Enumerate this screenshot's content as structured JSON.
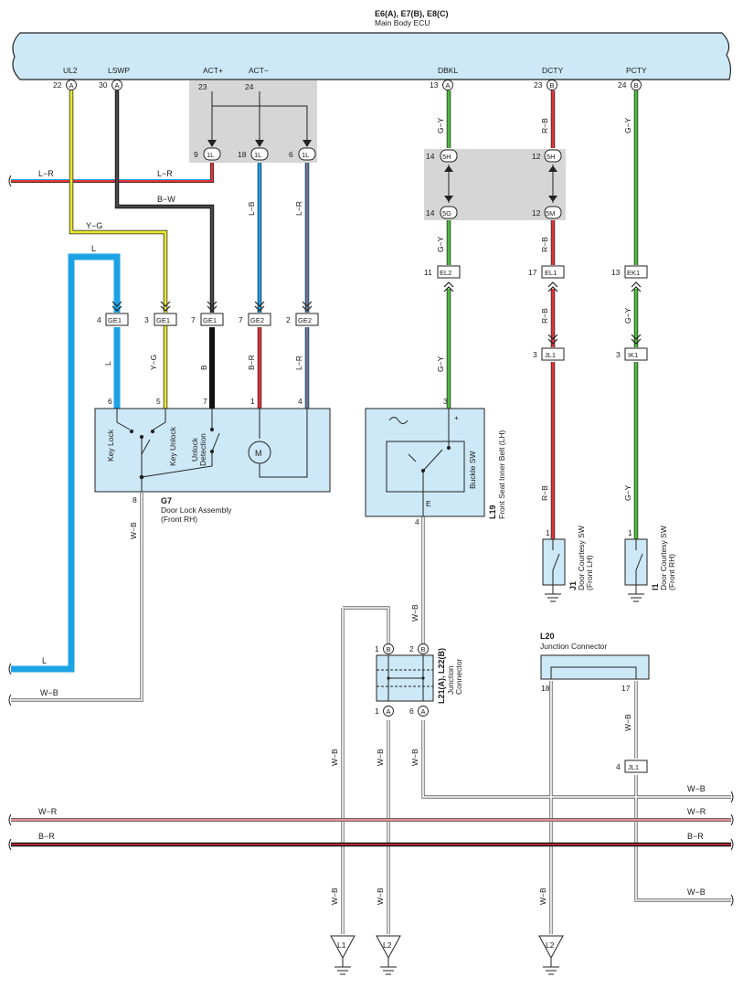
{
  "ecu": {
    "title": "E6(A), E7(B), E8(C)",
    "subtitle": "Main Body ECU",
    "terminals": [
      {
        "name": "UL2",
        "pin": "22",
        "conn": "A"
      },
      {
        "name": "LSWP",
        "pin": "30",
        "conn": "A"
      },
      {
        "name": "ACT+",
        "pin": "23",
        "conn": ""
      },
      {
        "name": "ACT−",
        "pin": "24",
        "conn": ""
      },
      {
        "name": "DBKL",
        "pin": "13",
        "conn": "A"
      },
      {
        "name": "DCTY",
        "pin": "23",
        "conn": "B"
      },
      {
        "name": "PCTY",
        "pin": "24",
        "conn": "B"
      }
    ]
  },
  "junction_1L": [
    {
      "pin": "9",
      "label": "1L"
    },
    {
      "pin": "18",
      "label": "1L"
    },
    {
      "pin": "6",
      "label": "1L"
    }
  ],
  "junction_5H": [
    {
      "pin": "14",
      "label": "5H"
    },
    {
      "pin": "12",
      "label": "5H"
    }
  ],
  "junction_5G": [
    {
      "pin": "14",
      "label": "5G"
    },
    {
      "pin": "12",
      "label": "5M"
    }
  ],
  "connectors_ge": [
    {
      "pin": "4",
      "label": "GE1"
    },
    {
      "pin": "3",
      "label": "GE1"
    },
    {
      "pin": "7",
      "label": "GE1"
    },
    {
      "pin": "7",
      "label": "GE2"
    },
    {
      "pin": "2",
      "label": "GE2"
    }
  ],
  "connectors_e": [
    {
      "pin": "11",
      "label": "EL2"
    },
    {
      "pin": "17",
      "label": "EL1"
    },
    {
      "pin": "13",
      "label": "EK1"
    }
  ],
  "connectors_j": [
    {
      "pin": "3",
      "label": "JL1"
    },
    {
      "pin": "3",
      "label": "IK1"
    }
  ],
  "wire_colors": {
    "l_r": "L−R",
    "b_w": "B−W",
    "y_g": "Y−G",
    "l": "L",
    "l_b": "L−B",
    "g_y": "G−Y",
    "r_b": "R−B",
    "b": "B",
    "b_r": "B−R",
    "w_b": "W−B",
    "w_r": "W−R"
  },
  "door_lock": {
    "id": "G7",
    "name": "Door Lock Assembly",
    "variant": "(Front RH)",
    "pins": [
      "6",
      "5",
      "7",
      "1",
      "4"
    ],
    "ground_pin": "8",
    "key_lock": "Key Lock",
    "key_unlock": "Key Unlock",
    "unlock_det_1": "Unlock",
    "unlock_det_2": "Detection",
    "motor": "M"
  },
  "belt": {
    "id": "L19",
    "name": "Front Seat Inner Belt (LH)",
    "switch": "Buckle SW",
    "pin_in": "3",
    "pin_out": "4",
    "plus": "+",
    "e": "E"
  },
  "junction_l21": {
    "id": "L21(A), L22(B)",
    "name_1": "Junction",
    "name_2": "Connector",
    "top_pins": [
      {
        "pin": "1",
        "conn": "B"
      },
      {
        "pin": "2",
        "conn": "B"
      }
    ],
    "bottom_pins": [
      {
        "pin": "1",
        "conn": "A"
      },
      {
        "pin": "6",
        "conn": "A"
      }
    ]
  },
  "junction_l20": {
    "id": "L20",
    "name": "Junction Connector",
    "pins": [
      "18",
      "17"
    ]
  },
  "jl1_lower": {
    "pin": "4",
    "label": "JL1"
  },
  "courtesy_lh": {
    "id": "J1",
    "name": "Door Courtesy SW",
    "variant": "(Front LH)",
    "pin": "1"
  },
  "courtesy_rh": {
    "id": "I1",
    "name": "Door Courtesy SW",
    "variant": "(Front RH)",
    "pin": "1"
  },
  "grounds": [
    "L1",
    "L2",
    "L2"
  ],
  "colors": {
    "ecu_fill": "#cde9f7",
    "blue": "#1ca3e6",
    "yellow": "#e9e630",
    "green": "#4bbf3a",
    "red": "#e2343a",
    "gray_box": "#d6d6d6"
  }
}
